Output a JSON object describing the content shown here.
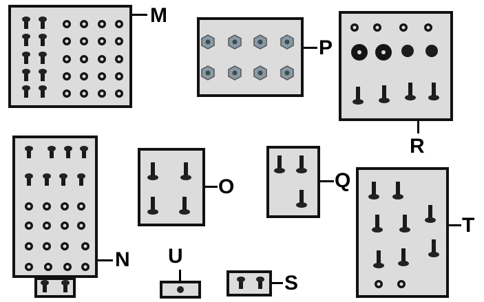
{
  "labels": {
    "M": "M",
    "P": "P",
    "R": "R",
    "N": "N",
    "O": "O",
    "Q": "Q",
    "T": "T",
    "U": "U",
    "S": "S"
  }
}
